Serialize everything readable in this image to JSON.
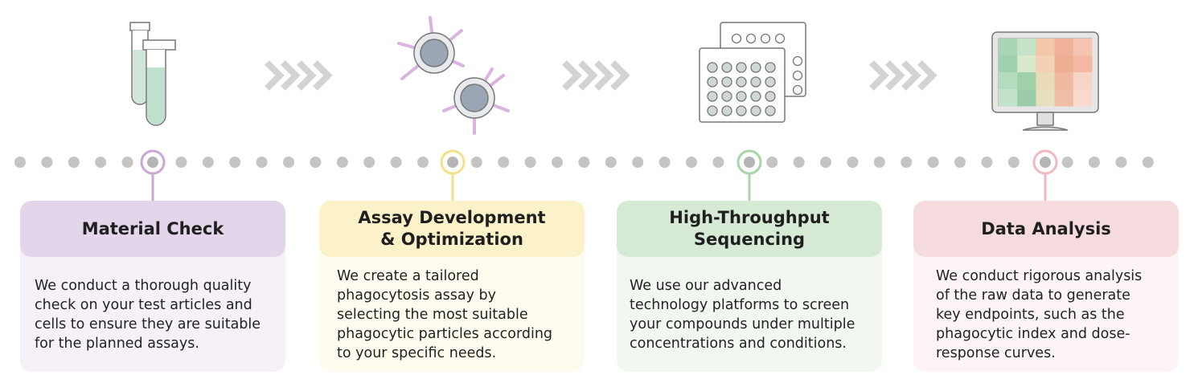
{
  "steps": [
    {
      "title_line1": "Material Check",
      "title_line2": "",
      "body": [
        "We conduct a thorough quality",
        "check on your test articles and",
        "cells to ensure they are suitable",
        "for the planned assays."
      ],
      "icon": "test-tubes-icon",
      "color": "#c9a8d6"
    },
    {
      "title_line1": "Assay Development",
      "title_line2": "& Optimization",
      "body": [
        "We create a tailored",
        "phagocytosis assay by",
        "selecting the most suitable",
        "phagocytic particles according",
        "to your specific needs."
      ],
      "icon": "cells-icon",
      "color": "#f5e08a"
    },
    {
      "title_line1": "High-Throughput",
      "title_line2": "Sequencing",
      "body": [
        "We use our advanced",
        "technology platforms to screen",
        "your compounds under multiple",
        "concentrations and conditions."
      ],
      "icon": "well-plates-icon",
      "color": "#a9d5a9"
    },
    {
      "title_line1": "Data Analysis",
      "title_line2": "",
      "body": [
        "We conduct rigorous analysis",
        "of the raw data to generate",
        "key endpoints, such as the",
        "phagocytic index and dose-",
        "response curves."
      ],
      "icon": "monitor-heatmap-icon",
      "color": "#f0b9bf"
    }
  ],
  "connectors": [
    "chevrons-arrow-icon",
    "chevrons-arrow-icon",
    "chevrons-arrow-icon"
  ],
  "timeline_dot_color": "#c4c4c4"
}
